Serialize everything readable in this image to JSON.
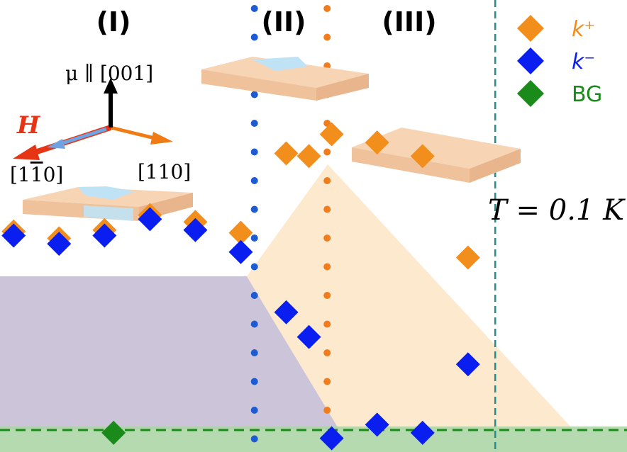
{
  "chart_data": {
    "type": "scatter",
    "regions": [
      {
        "label": "(I)"
      },
      {
        "label": "(II)"
      },
      {
        "label": "(III)"
      }
    ],
    "annotation_temperature": "T = 0.1 K",
    "legend": {
      "placement": "top-right",
      "entries": [
        {
          "label": "k⁺",
          "color": "#f28e1c"
        },
        {
          "label": "k⁻",
          "color": "#0a1ef0"
        },
        {
          "label": "BG",
          "color": "#1a8a1a"
        }
      ]
    },
    "inset": {
      "mu_label": "μ ∥ [001]",
      "h_label": "H",
      "dir_1": "[1",
      "dir_1_bar": "1",
      "dir_1_end": "0]",
      "dir_2": "[110]"
    },
    "series": [
      {
        "name": "k⁺",
        "color": "#f28e1c",
        "points": [
          {
            "x": 0.0,
            "y": 0.755,
            "err": 0.03
          },
          {
            "x": 0.1,
            "y": 0.73,
            "err": 0.03
          },
          {
            "x": 0.2,
            "y": 0.76,
            "err": 0.03
          },
          {
            "x": 0.3,
            "y": 0.815,
            "err": 0.03
          },
          {
            "x": 0.4,
            "y": 0.79,
            "err": 0.03
          },
          {
            "x": 0.5,
            "y": 0.75,
            "err": 0.03
          },
          {
            "x": 0.6,
            "y": 1.04,
            "err": 0.03
          },
          {
            "x": 0.65,
            "y": 1.03,
            "err": 0.03
          },
          {
            "x": 0.7,
            "y": 1.11,
            "err": 0.03
          },
          {
            "x": 0.8,
            "y": 1.08,
            "err": 0.03
          },
          {
            "x": 0.9,
            "y": 1.03,
            "err": 0.03
          },
          {
            "x": 1.0,
            "y": 0.66,
            "err": 0.03
          }
        ]
      },
      {
        "name": "k⁻",
        "color": "#0a1ef0",
        "points": [
          {
            "x": 0.0,
            "y": 0.74,
            "err": 0.03
          },
          {
            "x": 0.1,
            "y": 0.71,
            "err": 0.03
          },
          {
            "x": 0.2,
            "y": 0.74,
            "err": 0.03
          },
          {
            "x": 0.3,
            "y": 0.8,
            "err": 0.03
          },
          {
            "x": 0.4,
            "y": 0.76,
            "err": 0.03
          },
          {
            "x": 0.5,
            "y": 0.68,
            "err": 0.03
          },
          {
            "x": 0.6,
            "y": 0.46,
            "err": 0.01
          },
          {
            "x": 0.65,
            "y": 0.37,
            "err": 0.01
          },
          {
            "x": 0.7,
            "y": 0.0,
            "err": 0.01
          },
          {
            "x": 0.8,
            "y": 0.05,
            "err": 0.01
          },
          {
            "x": 0.9,
            "y": 0.02,
            "err": 0.01
          },
          {
            "x": 1.0,
            "y": 0.27,
            "err": 0.01
          }
        ]
      },
      {
        "name": "BG",
        "color": "#1a8a1a",
        "points": [
          {
            "x": 0.22,
            "y": 0.02,
            "err": 0
          }
        ]
      }
    ],
    "bg_level": 0.0,
    "boundaries": [
      {
        "x": 0.53,
        "color": "#1f5bd0",
        "style": "dotted"
      },
      {
        "x": 0.69,
        "color": "#f27c1c",
        "style": "dotted"
      },
      {
        "x": 1.06,
        "color": "#1f8f8f",
        "style": "dashed"
      }
    ],
    "xlim": [
      -0.03,
      1.35
    ],
    "ylim": [
      -0.05,
      1.6
    ],
    "grid": false
  }
}
